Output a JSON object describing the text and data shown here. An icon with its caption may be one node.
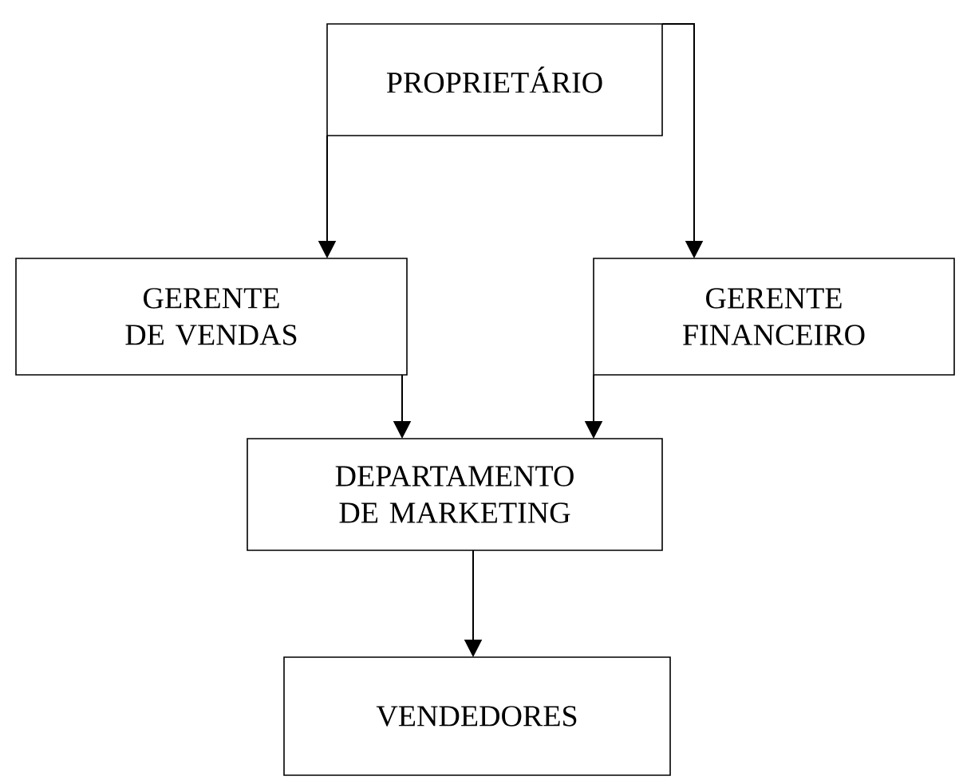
{
  "diagram": {
    "nodes": [
      {
        "text": [
          "PROPRIETÁRIO"
        ]
      },
      {
        "text": [
          "GERENTE DE VENDAS"
        ]
      },
      {
        "text": [
          "GERENTE FINANCEIRO"
        ]
      },
      {
        "text": [
          "DEPARTAMENTO DE MARKETING"
        ]
      },
      {
        "text": [
          "VENDEDORES"
        ]
      }
    ],
    "edges": [
      {
        "from": 0,
        "to": 1,
        "arrow": "to"
      },
      {
        "from": 0,
        "to": 2,
        "arrow": "to"
      },
      {
        "from": 1,
        "to": 3,
        "arrow": "to"
      },
      {
        "from": 2,
        "to": 3,
        "arrow": "to"
      },
      {
        "from": 3,
        "to": 4,
        "arrow": "to"
      }
    ]
  }
}
